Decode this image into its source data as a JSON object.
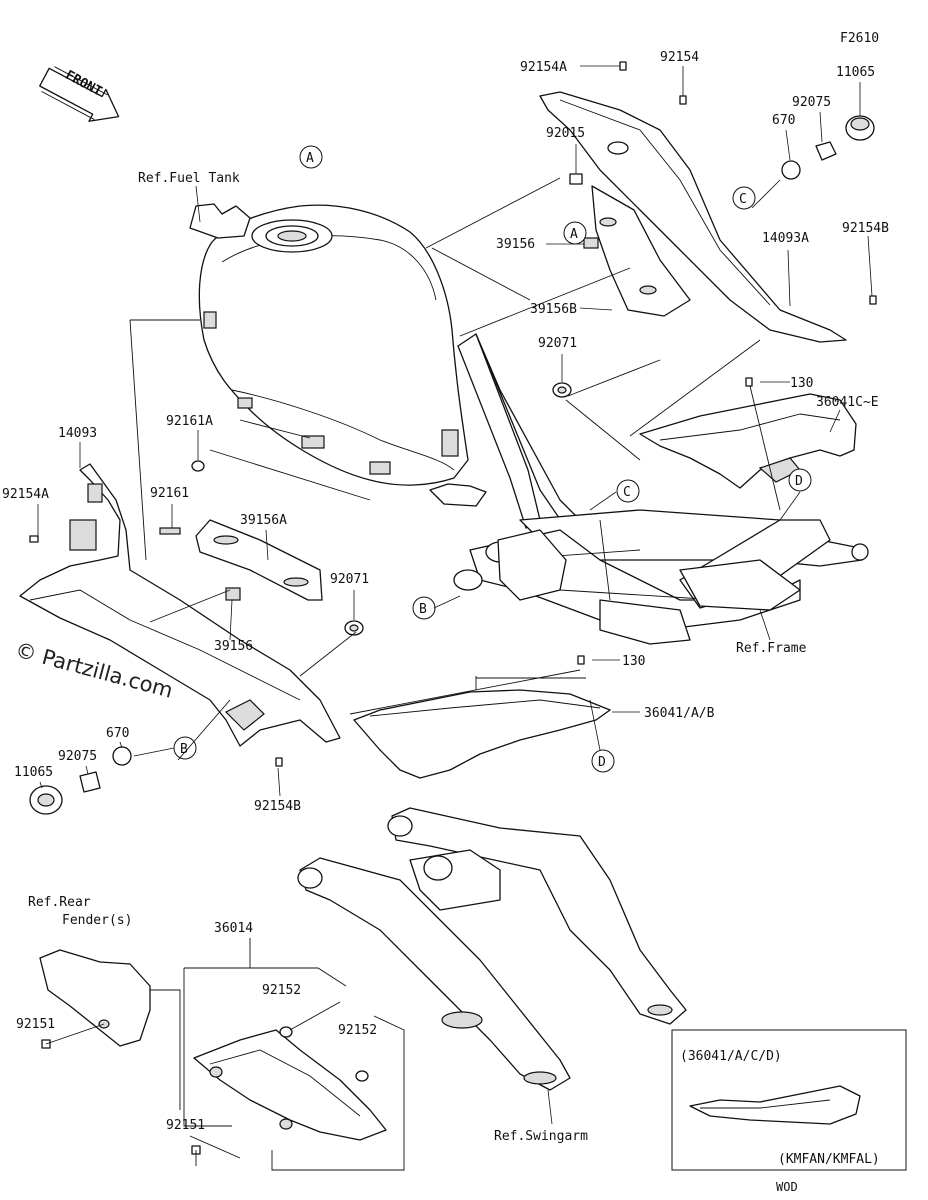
{
  "figure_id": "F2610",
  "front_label": "FRONT",
  "watermark": "© Partzilla.com",
  "ref_labels": {
    "fuel_tank": "Ref.Fuel Tank",
    "frame": "Ref.Frame",
    "rear_fender_line1": "Ref.Rear",
    "rear_fender_line2": "Fender(s)",
    "swingarm": "Ref.Swingarm"
  },
  "callouts": {
    "A": "A",
    "B": "B",
    "C": "C",
    "D": "D"
  },
  "part_numbers": {
    "p92154A_top": "92154A",
    "p92154_top": "92154",
    "p11065_top": "11065",
    "p92075_top": "92075",
    "p670_top": "670",
    "p92015": "92015",
    "p39156_top": "39156",
    "p39156B": "39156B",
    "p14093A": "14093A",
    "p92154B_right": "92154B",
    "p92071_top": "92071",
    "p130_top": "130",
    "p36041C_E": "36041C~E",
    "p92161A": "92161A",
    "p14093": "14093",
    "p92154A_left": "92154A",
    "p92161": "92161",
    "p39156A": "39156A",
    "p92071_mid": "92071",
    "p39156_mid": "39156",
    "p130_mid": "130",
    "p36041_A_B": "36041/A/B",
    "p670_left": "670",
    "p92075_left": "92075",
    "p11065_left": "11065",
    "p92154B_bottom": "92154B",
    "p36014": "36014",
    "p92152_a": "92152",
    "p92152_b": "92152",
    "p92151_left": "92151",
    "p92151_bottom": "92151"
  },
  "inset": {
    "header": "(36041/A/C/D)",
    "footer": "(KMFAN/KMFAL)"
  },
  "footer_code": "WOD"
}
